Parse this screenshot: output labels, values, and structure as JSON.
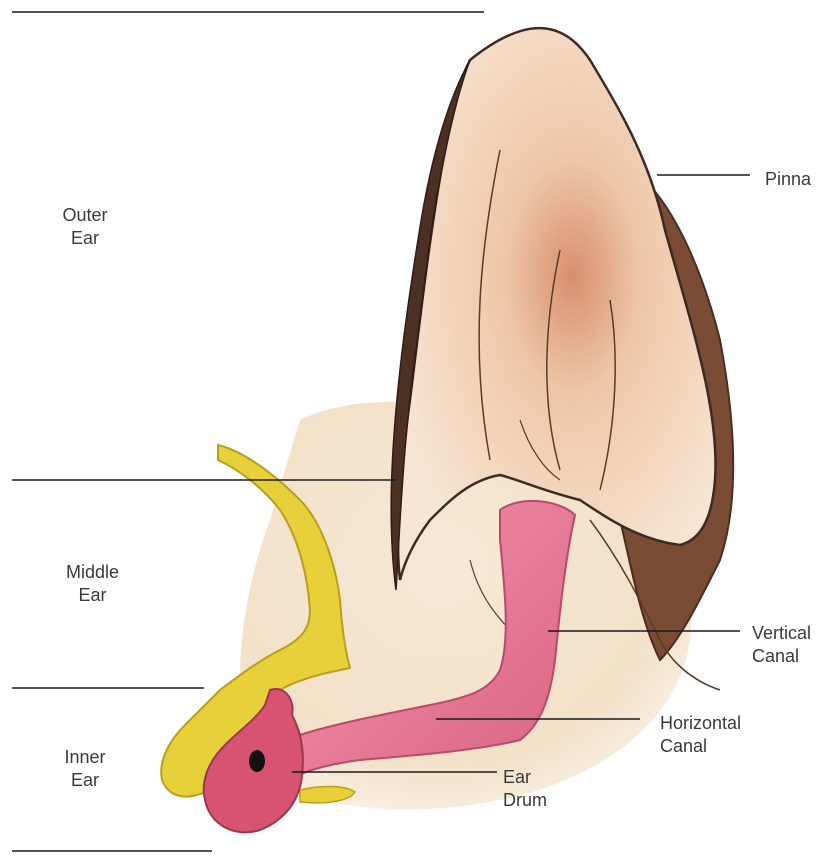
{
  "diagram": {
    "regions": {
      "outer": [
        "Outer",
        "Ear"
      ],
      "middle": [
        "Middle",
        "Ear"
      ],
      "inner": [
        "Inner",
        "Ear"
      ]
    },
    "parts": {
      "pinna": "Pinna",
      "vertical_canal": [
        "Vertical",
        "Canal"
      ],
      "horizontal_canal": [
        "Horizontal",
        "Canal"
      ],
      "ear_drum": [
        "Ear",
        "Drum"
      ]
    },
    "colors": {
      "pinna_skin": "#f2dcc6",
      "pinna_inner": "#c56a4e",
      "fur_edge": "#5a3a2a",
      "canal": "#e27c97",
      "bone": "#e7d03a",
      "eardrum": "#d24e6c",
      "lines": "#1a1a1a"
    }
  }
}
